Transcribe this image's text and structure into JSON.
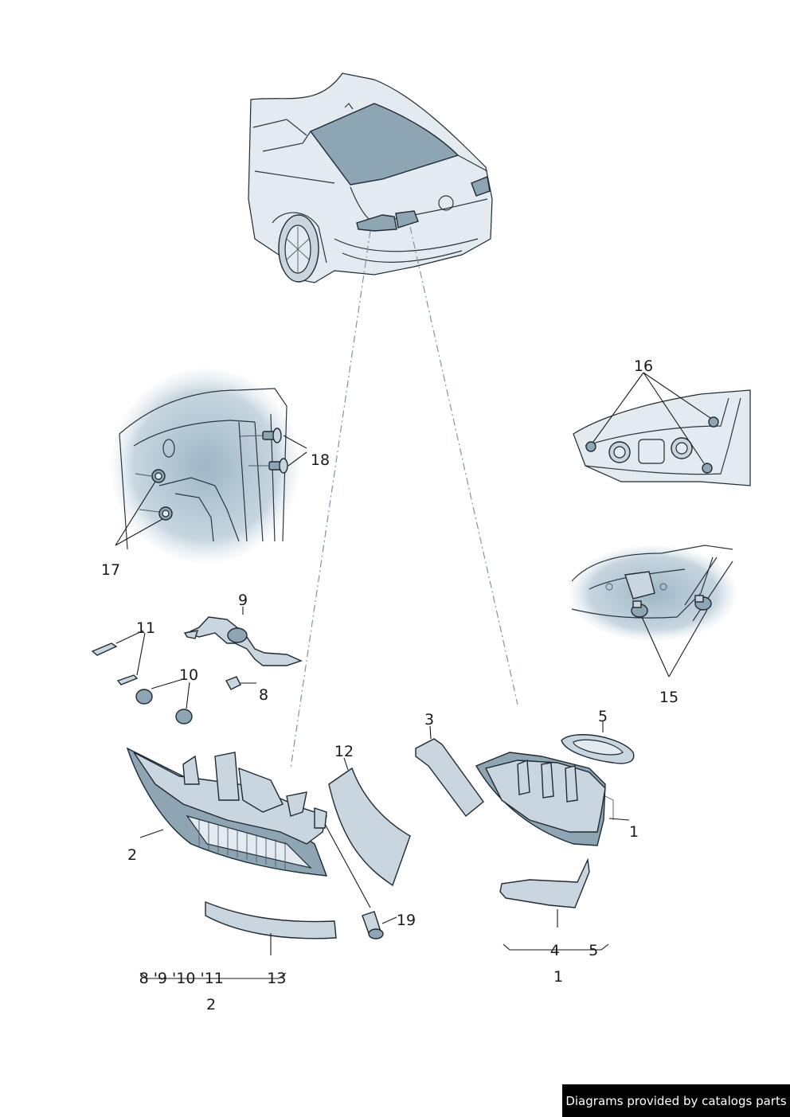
{
  "callouts": {
    "c1": "1",
    "c2": "2",
    "c3": "3",
    "c4": "4",
    "c5a": "5",
    "c5b": "5",
    "c8": "8",
    "c9": "9",
    "c10": "10",
    "c11": "11",
    "c12": "12",
    "c15": "15",
    "c16": "16",
    "c17": "17",
    "c18": "18",
    "c19": "19",
    "c1_ref": "1",
    "c2_ref": "2"
  },
  "groups": {
    "right_group_items": "4      5",
    "left_group_items": "8 '9 '10 '11         13"
  },
  "credit": "Diagrams provided by catalogs parts",
  "colors": {
    "tint": "#b9cbd7",
    "line": "#1f2a33",
    "dash": "#7d95a6"
  }
}
